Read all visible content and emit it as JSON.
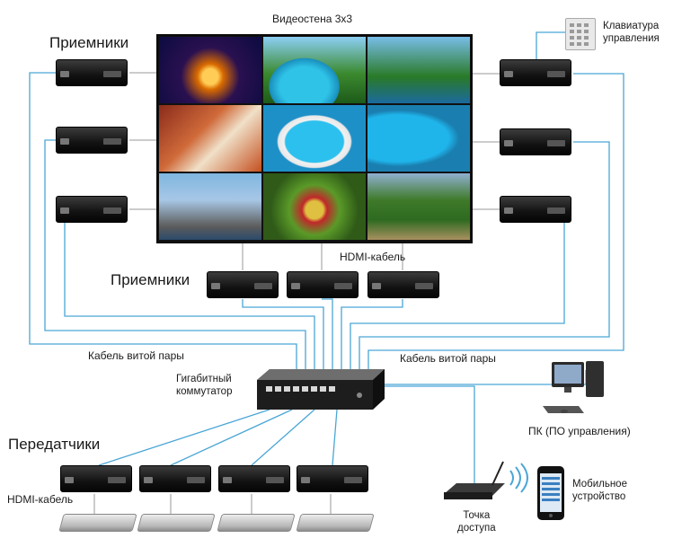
{
  "labels": {
    "video_wall": "Видеостена 3x3",
    "receivers_left": "Приемники",
    "receivers_mid": "Приемники",
    "keypad_line1": "Клавиатура",
    "keypad_line2": "управления",
    "hdmi_top": "HDMI-кабель",
    "twisted_left": "Кабель витой пары",
    "twisted_right": "Кабель витой пары",
    "switch_line1": "Гигабитный",
    "switch_line2": "коммутатор",
    "pc": "ПК (ПО управления)",
    "transmitters": "Передатчики",
    "hdmi_bottom": "HDMI-кабель",
    "mobile_line1": "Мобильное",
    "mobile_line2": "устройство",
    "ap_line1": "Точка",
    "ap_line2": "доступа"
  },
  "colors": {
    "cable": "#4aa6d6",
    "device": "#141414",
    "text": "#1a1a1a"
  },
  "nodes": {
    "wall_cells": [
      "city-night-icon",
      "pool-palms-icon",
      "pool-palms-icon",
      "running-athletes-icon",
      "pool-aerial-icon",
      "pool-aerial-icon",
      "skyscrapers-icon",
      "fruit-basket-icon",
      "topiary-garden-icon"
    ],
    "receivers_left_count": 3,
    "receivers_right_count": 3,
    "receivers_bottom_count": 3,
    "transmitters_count": 4,
    "sources_count": 4
  }
}
